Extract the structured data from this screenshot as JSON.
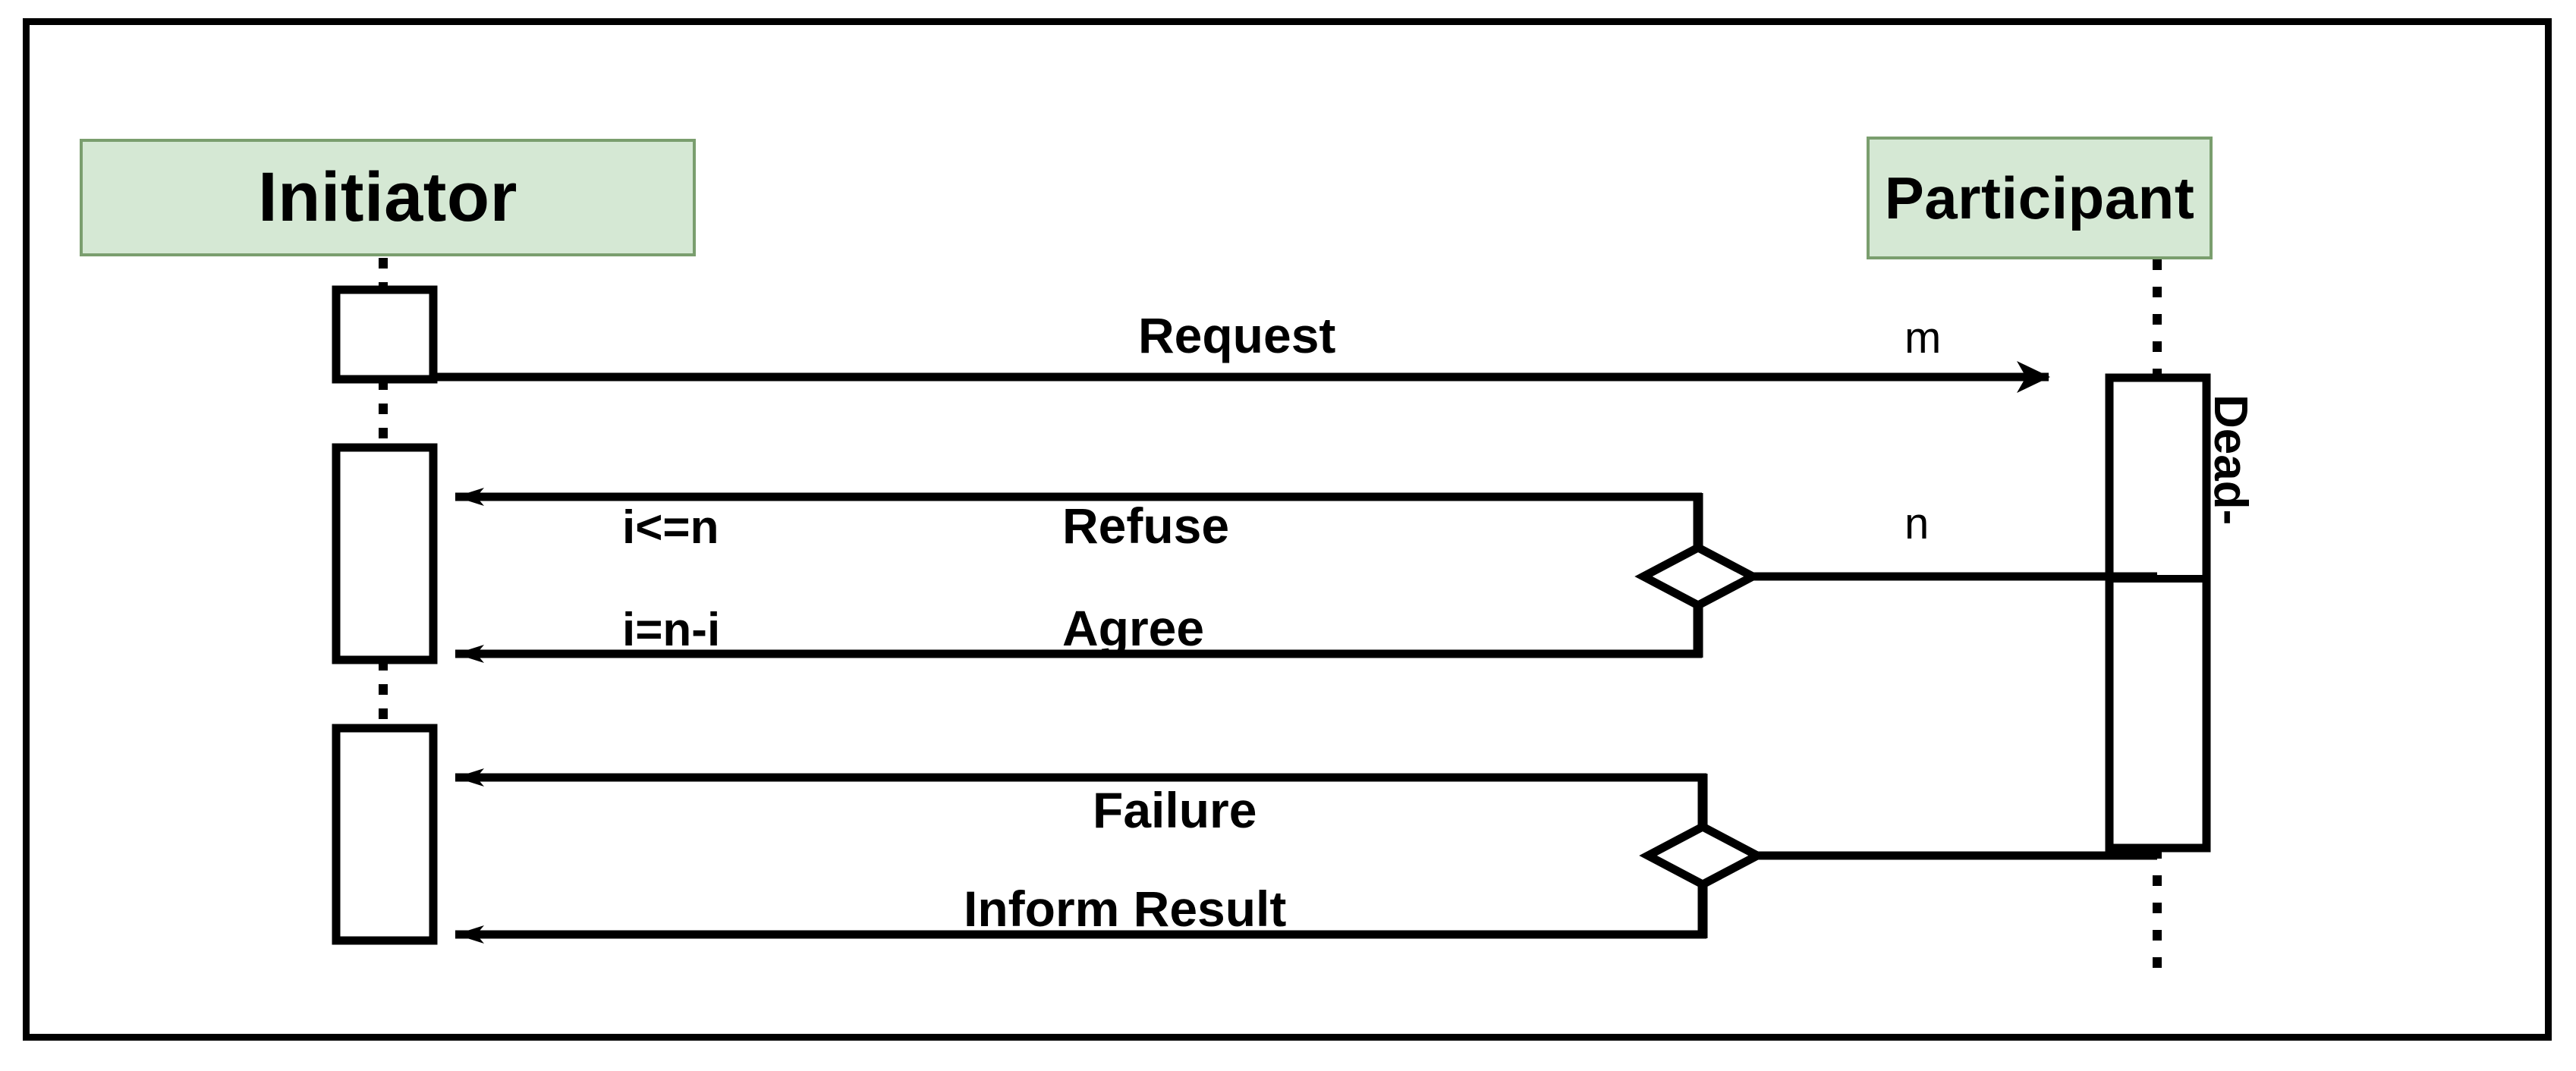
{
  "diagram": {
    "type": "uml-sequence-diagram",
    "frame": {
      "border_color": "#000000"
    },
    "lifelines": [
      {
        "id": "initiator",
        "name": "Initiator",
        "fill": "#d5e8d4",
        "stroke": "#7a9e6e"
      },
      {
        "id": "participant",
        "name": "Participant",
        "fill": "#d5e8d4",
        "stroke": "#7a9e6e"
      }
    ],
    "messages": [
      {
        "id": "request",
        "label": "Request",
        "from": "initiator",
        "to": "participant",
        "direction": "right",
        "multiplicity": "m",
        "guard": ""
      },
      {
        "id": "refuse",
        "label": "Refuse",
        "from": "participant",
        "to": "initiator",
        "direction": "left",
        "multiplicity": "",
        "guard": "i<=n"
      },
      {
        "id": "agree",
        "label": "Agree",
        "from": "participant",
        "to": "initiator",
        "direction": "left",
        "multiplicity": "",
        "guard": "i=n-i"
      },
      {
        "id": "failure",
        "label": "Failure",
        "from": "participant",
        "to": "initiator",
        "direction": "left",
        "multiplicity": "",
        "guard": ""
      },
      {
        "id": "inform-result",
        "label": "Inform Result",
        "from": "participant",
        "to": "initiator",
        "direction": "left",
        "multiplicity": "",
        "guard": ""
      }
    ],
    "annotations": [
      {
        "id": "multiplicity-m",
        "text": "m"
      },
      {
        "id": "multiplicity-n",
        "text": "n"
      },
      {
        "id": "deadline",
        "text": "Dead-"
      }
    ],
    "junctions": [
      {
        "id": "junction-top",
        "shape": "diamond",
        "connector_label": "n"
      },
      {
        "id": "junction-bottom",
        "shape": "diamond",
        "connector_label": ""
      }
    ]
  }
}
